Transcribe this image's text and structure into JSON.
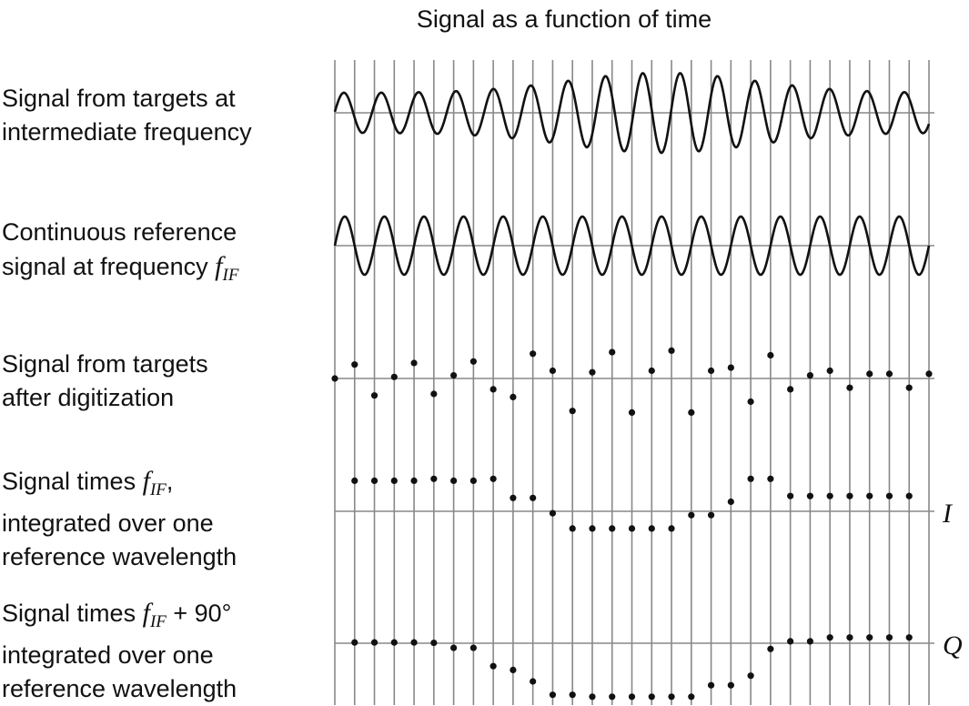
{
  "title": "Signal as a function of time",
  "rows": [
    {
      "id": "if-signal",
      "lines": [
        "Signal from targets at",
        "intermediate frequency"
      ]
    },
    {
      "id": "reference",
      "lines": [
        "Continuous reference",
        "signal at frequency"
      ],
      "symbol": "f",
      "subscript": "IF"
    },
    {
      "id": "digitized",
      "lines": [
        "Signal from targets",
        "after digitization"
      ]
    },
    {
      "id": "i-channel",
      "lines": [
        "Signal times",
        "integrated over one",
        "reference wavelength"
      ],
      "symbol": "f",
      "subscript": "IF",
      "suffix": ","
    },
    {
      "id": "q-channel",
      "lines": [
        "Signal times",
        "integrated over one",
        "reference wavelength"
      ],
      "symbol": "f",
      "subscript": "IF",
      "suffix": " + 90°"
    }
  ],
  "end_labels": {
    "i": "I",
    "q": "Q"
  },
  "colors": {
    "grid": "#888888",
    "curve": "#111111",
    "dots": "#111111"
  },
  "digitized_samples": [
    0,
    0.45,
    -0.55,
    0.05,
    0.5,
    -0.5,
    0.1,
    0.55,
    -0.35,
    -0.6,
    0.8,
    0.25,
    -1.05,
    0.2,
    0.85,
    -1.1,
    0.25,
    0.9,
    -1.1,
    0.25,
    0.35,
    -0.75,
    0.75,
    -0.35,
    0.1,
    0.25,
    -0.3,
    0.15,
    0.15,
    -0.3,
    0.15
  ],
  "i_samples": [
    null,
    0.8,
    0.8,
    0.8,
    0.8,
    0.85,
    0.8,
    0.8,
    0.85,
    0.35,
    0.35,
    -0.05,
    -0.45,
    -0.45,
    -0.45,
    -0.45,
    -0.45,
    -0.45,
    -0.1,
    -0.1,
    0.25,
    0.85,
    0.85,
    0.4,
    0.4,
    0.4,
    0.4,
    0.4,
    0.4,
    0.4,
    null
  ],
  "q_samples": [
    null,
    0.02,
    0.02,
    0.02,
    0.02,
    0.01,
    -0.12,
    -0.12,
    -0.6,
    -0.7,
    -1.0,
    -1.35,
    -1.35,
    -1.4,
    -1.4,
    -1.4,
    -1.4,
    -1.4,
    -1.4,
    -1.1,
    -1.1,
    -0.85,
    -0.15,
    0.05,
    0.05,
    0.15,
    0.15,
    0.15,
    0.15,
    0.15,
    null
  ]
}
